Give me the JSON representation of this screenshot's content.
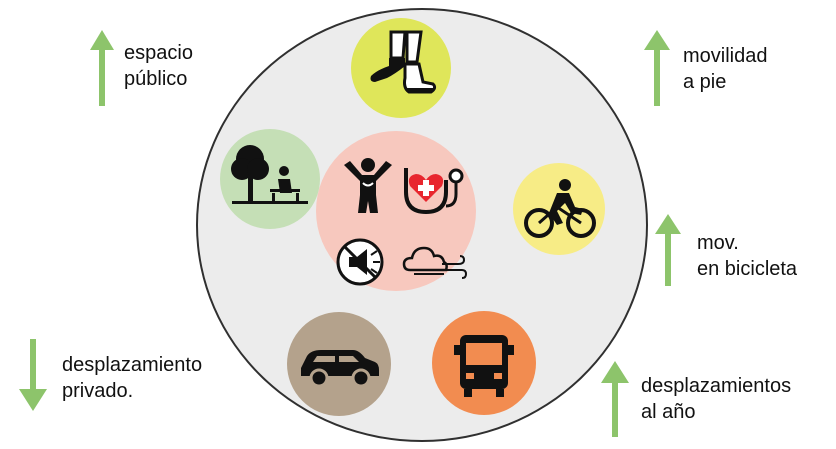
{
  "labels": {
    "public_space": {
      "line1": "espacio",
      "line2": "público"
    },
    "walking": {
      "line1": "movilidad",
      "line2": "a pie"
    },
    "cycling": {
      "line1": "mov.",
      "line2": "en bicicleta"
    },
    "private_travel": {
      "line1": "desplazamiento",
      "line2": "privado."
    },
    "annual_trips": {
      "line1": "desplazamientos",
      "line2": "al año"
    }
  },
  "trends": {
    "public_space": "up",
    "walking": "up",
    "cycling": "up",
    "private_travel": "down",
    "annual_trips": "up"
  },
  "icons": {
    "walking": "walking-feet-icon",
    "park": "park-bench-icon",
    "cycling": "cyclist-icon",
    "car": "car-icon",
    "bus": "bus-icon",
    "health_child": "happy-child-icon",
    "health_heart": "stethoscope-heart-icon",
    "no_noise": "no-noise-icon",
    "air": "clean-air-icon"
  },
  "colors": {
    "arrow": "#8dc46b",
    "big_circle": "#ececec",
    "walking": "#dfe65a",
    "park": "#c5dfb6",
    "cycling": "#f7ec86",
    "car": "#b4a28c",
    "bus": "#f28c50",
    "center": "#f7c8be"
  }
}
